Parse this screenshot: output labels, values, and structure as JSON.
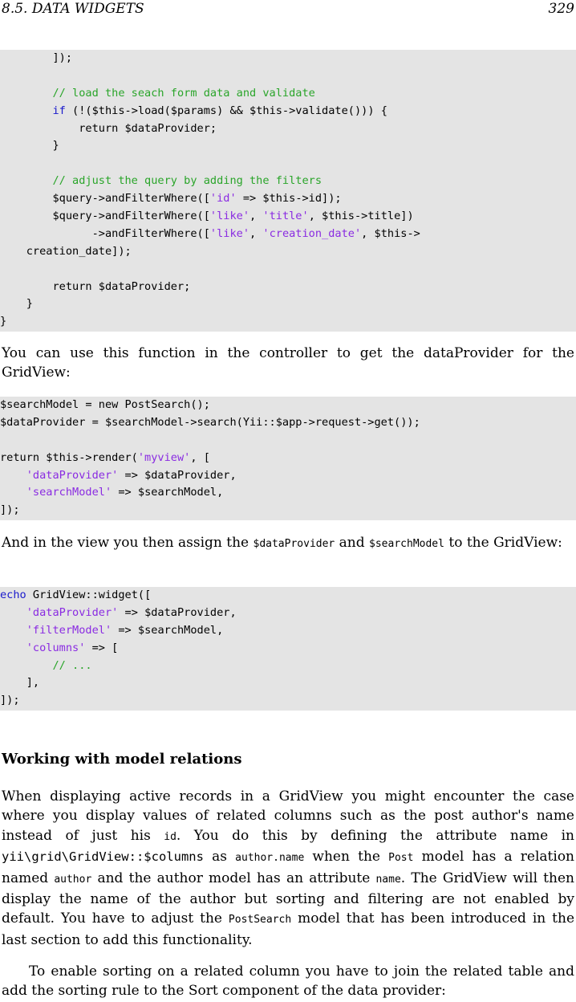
{
  "header": {
    "section": "8.5.  DATA WIDGETS",
    "page_number": "329"
  },
  "code1": [
    [
      [
        "        ]);",
        ""
      ]
    ],
    [
      [
        "",
        ""
      ]
    ],
    [
      [
        "        // load the seach form data and validate",
        "cm"
      ]
    ],
    [
      [
        "        ",
        ""
      ],
      [
        "if",
        "kw"
      ],
      [
        " (!($this->load($params) && $this->validate())) {",
        ""
      ]
    ],
    [
      [
        "            return $dataProvider;",
        ""
      ]
    ],
    [
      [
        "        }",
        ""
      ]
    ],
    [
      [
        "",
        ""
      ]
    ],
    [
      [
        "        // adjust the query by adding the filters",
        "cm"
      ]
    ],
    [
      [
        "        $query->andFilterWhere([",
        ""
      ],
      [
        "'id'",
        "st"
      ],
      [
        " => $this->id]);",
        ""
      ]
    ],
    [
      [
        "        $query->andFilterWhere([",
        ""
      ],
      [
        "'like'",
        "st"
      ],
      [
        ", ",
        ""
      ],
      [
        "'title'",
        "st"
      ],
      [
        ", $this->title])",
        ""
      ]
    ],
    [
      [
        "              ->andFilterWhere([",
        ""
      ],
      [
        "'like'",
        "st"
      ],
      [
        ", ",
        ""
      ],
      [
        "'creation_date'",
        "st"
      ],
      [
        ", $this->",
        ""
      ]
    ],
    [
      [
        "    creation_date]);",
        ""
      ]
    ],
    [
      [
        "",
        ""
      ]
    ],
    [
      [
        "        return $dataProvider;",
        ""
      ]
    ],
    [
      [
        "    }",
        ""
      ]
    ],
    [
      [
        "}",
        ""
      ]
    ]
  ],
  "para1": "You can use this function in the controller to get the dataProvider for the GridView:",
  "code2": [
    [
      [
        "$searchModel = new PostSearch();",
        ""
      ]
    ],
    [
      [
        "$dataProvider = $searchModel->search(Yii::$app->request->get());",
        ""
      ]
    ],
    [
      [
        "",
        ""
      ]
    ],
    [
      [
        "return $this->render(",
        ""
      ],
      [
        "'myview'",
        "st"
      ],
      [
        ", [",
        ""
      ]
    ],
    [
      [
        "    ",
        ""
      ],
      [
        "'dataProvider'",
        "st"
      ],
      [
        " => $dataProvider,",
        ""
      ]
    ],
    [
      [
        "    ",
        ""
      ],
      [
        "'searchModel'",
        "st"
      ],
      [
        " => $searchModel,",
        ""
      ]
    ],
    [
      [
        "]);",
        ""
      ]
    ]
  ],
  "para2": {
    "t1": "And in the view you then assign the ",
    "c1": "$dataProvider",
    "t2": " and ",
    "c2": "$searchModel",
    "t3": " to the GridView:"
  },
  "code3": [
    [
      [
        "echo",
        "kw"
      ],
      [
        " GridView::widget([",
        ""
      ]
    ],
    [
      [
        "    ",
        ""
      ],
      [
        "'dataProvider'",
        "st"
      ],
      [
        " => $dataProvider,",
        ""
      ]
    ],
    [
      [
        "    ",
        ""
      ],
      [
        "'filterModel'",
        "st"
      ],
      [
        " => $searchModel,",
        ""
      ]
    ],
    [
      [
        "    ",
        ""
      ],
      [
        "'columns'",
        "st"
      ],
      [
        " => [",
        ""
      ]
    ],
    [
      [
        "        // ...",
        "cm"
      ]
    ],
    [
      [
        "    ],",
        ""
      ]
    ],
    [
      [
        "]);",
        ""
      ]
    ]
  ],
  "section_title": "Working with model relations",
  "para3": {
    "t1": "When displaying active records in a GridView you might encounter the case where you display values of related columns such as the post author's name instead of just his ",
    "c1": "id",
    "t2": ". You do this by defining the attribute name in ",
    "c2": "yii\\grid\\GridView::$columns",
    "t3": " as ",
    "c3": "author.name",
    "t4": " when the ",
    "c4": "Post",
    "t5": " model has a relation named ",
    "c5": "author",
    "t6": " and the author model has an attribute ",
    "c6": "name",
    "t7": ". The GridView will then display the name of the author but sorting and filtering are not enabled by default. You have to adjust the ",
    "c7": "PostSearch",
    "t8": " model that has been introduced in the last section to add this functionality."
  },
  "para4": "To enable sorting on a related column you have to join the related table and add the sorting rule to the Sort component of the data provider:",
  "colors": {
    "keyword": "#1a1acc",
    "comment": "#2aa52a",
    "string": "#8a2be2",
    "code_background": "#e4e4e4"
  }
}
